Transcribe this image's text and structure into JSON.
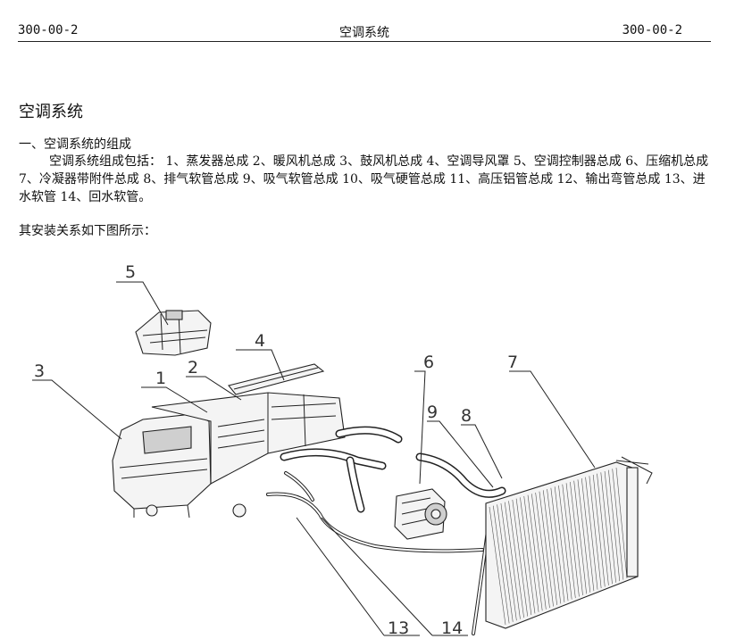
{
  "header": {
    "code_left": "300-00-2",
    "title": "空调系统",
    "code_right": "300-00-2"
  },
  "doc": {
    "title": "空调系统",
    "section_heading": "一、空调系统的组成",
    "composition_text": "空调系统组成包括： 1、蒸发器总成 2、暖风机总成 3、鼓风机总成 4、空调导风罩 5、空调控制器总成 6、压缩机总成 7、冷凝器带附件总成 8、排气软管总成 9、吸气软管总成 10、吸气硬管总成 11、高压铝管总成 12、输出弯管总成 13、进水软管 14、回水软管。",
    "install_text": "其安装关系如下图所示："
  },
  "figure": {
    "callouts": [
      "5",
      "4",
      "3",
      "1",
      "2",
      "6",
      "7",
      "9",
      "8",
      "13",
      "14"
    ]
  }
}
